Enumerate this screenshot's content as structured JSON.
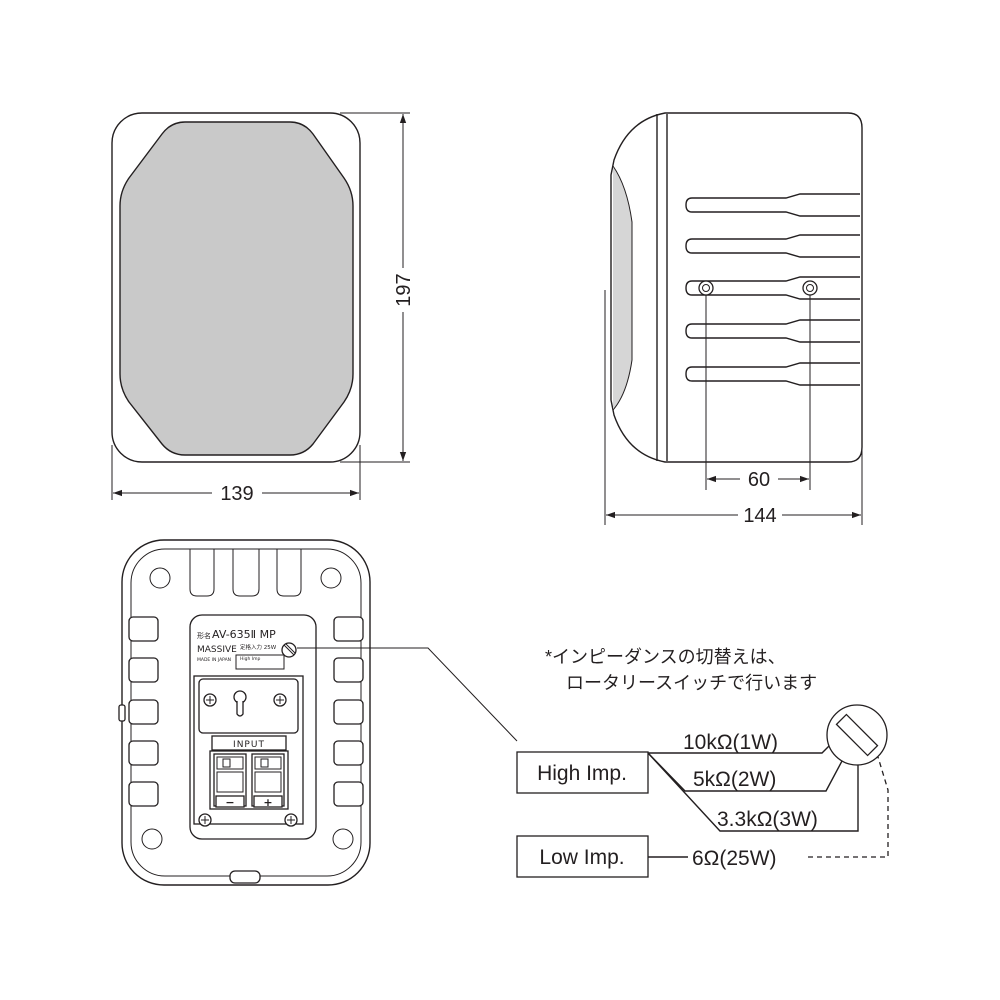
{
  "front_view": {
    "height_dim": "197",
    "width_dim": "139"
  },
  "side_view": {
    "hole_pitch_dim": "60",
    "depth_dim": "144"
  },
  "rear_view": {
    "plate": {
      "model_prefix": "形名",
      "model": "AV-635Ⅱ MP",
      "brand": "MASSIVE",
      "rated_input": "定格入力 25W",
      "switch_label": "High Imp",
      "origin": "MADE IN JAPAN"
    },
    "terminal": {
      "label": "INPUT",
      "minus": "−",
      "plus": "+"
    }
  },
  "note": {
    "line1": "*インピーダンスの切替えは、",
    "line2": "ロータリースイッチで行います"
  },
  "impedance": {
    "high_label": "High Imp.",
    "low_label": "Low Imp.",
    "high_taps": [
      "10kΩ(1W)",
      "5kΩ(2W)",
      "3.3kΩ(3W)"
    ],
    "low_tap": "6Ω(25W)"
  },
  "colors": {
    "line": "#231f20",
    "grille_fill": "#c9c9c9",
    "background": "#ffffff"
  }
}
